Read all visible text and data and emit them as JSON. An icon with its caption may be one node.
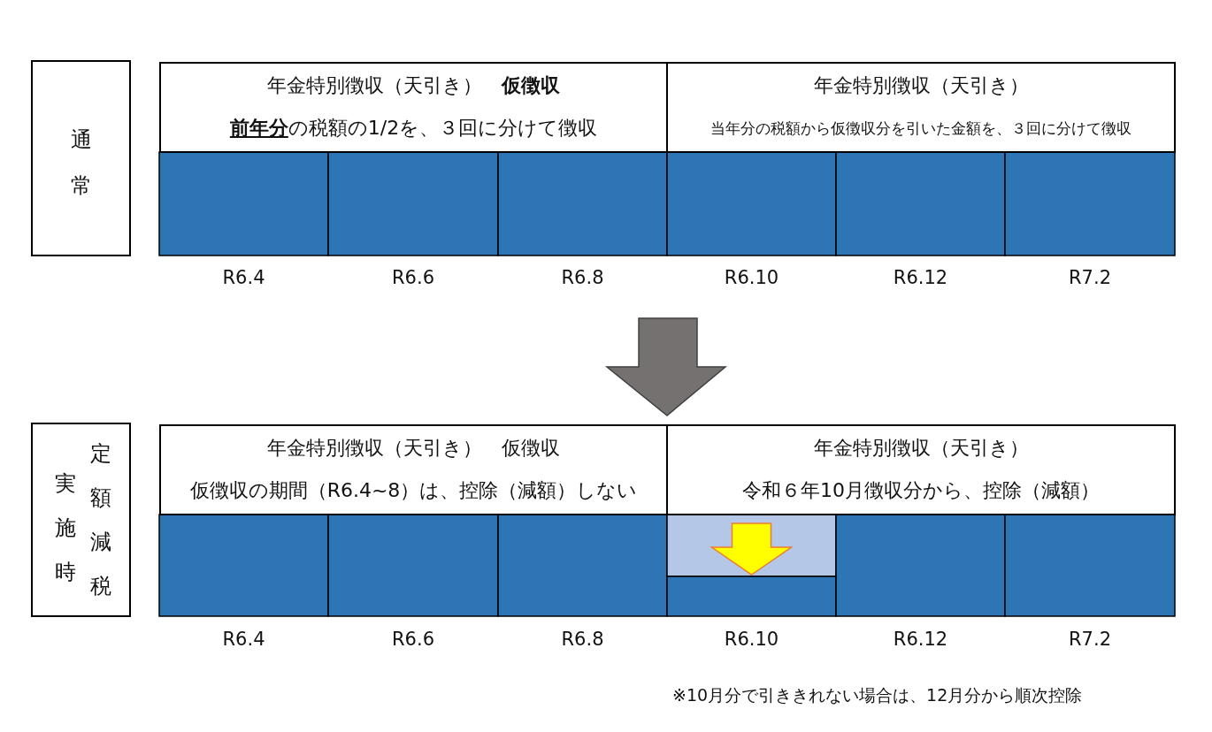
{
  "diagram": {
    "nodes": [
      {
        "text": [
          "通常"
        ]
      },
      {
        "text": [
          "年金特別徴収（天引き）　**仮徴収**",
          "**前年分**の税額の1/2を、３回に分けて徴収"
        ]
      },
      {
        "text": [
          "年金特別徴収（天引き）",
          "当年分の税額から仮徴収分を引いた金額を、３回に分けて徴収"
        ]
      },
      {
        "text": [
          "実施時",
          "定額減税"
        ]
      },
      {
        "text": [
          "年金特別徴収（天引き）　仮徴収",
          "仮徴収の期間（R6.4~8）は、控除（減額）しない"
        ]
      },
      {
        "text": [
          "年金特別徴収（天引き）",
          "令和６年10月徴収分から、控除（減額）"
        ]
      }
    ],
    "edges": [],
    "labels": [
      "R6.4",
      "R6.6",
      "R6.8",
      "R6.10",
      "R6.12",
      "R7.2",
      "R6.4",
      "R6.6",
      "R6.8",
      "R6.10",
      "R6.12",
      "R7.2",
      "※10月分で引ききれない場合は、12月分から順次控除"
    ]
  }
}
